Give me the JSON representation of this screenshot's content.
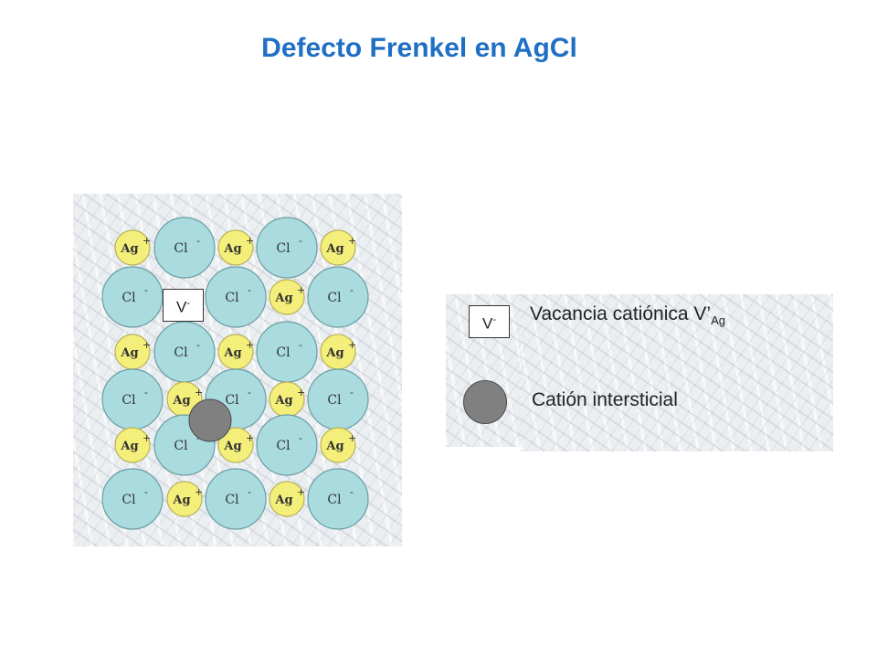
{
  "title": "Defecto Frenkel en AgCl",
  "colors": {
    "title": "#1f6fc5",
    "cl_ion": "#a9dbdf",
    "ag_ion": "#f4ef7a",
    "interstitial": "#808080"
  },
  "lattice": {
    "cl_label": "Cl",
    "ag_label": "Ag",
    "cl_charge": "-",
    "ag_charge": "+",
    "vacancy_label": "V",
    "vacancy_charge": "-"
  },
  "legend": {
    "vacancy_box_label": "V",
    "vacancy_box_charge": "-",
    "vacancy_text": "Vacancia catiónica V’",
    "vacancy_sub": "Ag",
    "interstitial_text": "Catión intersticial"
  }
}
